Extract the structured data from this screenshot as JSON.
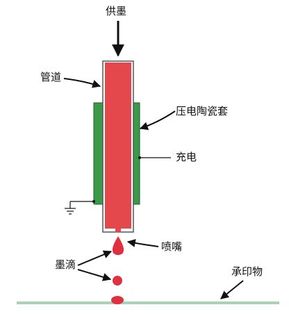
{
  "labels": {
    "ink_supply": "供墨",
    "pipe": "管道",
    "piezo_sleeve": "压电陶瓷套",
    "charge": "充电",
    "nozzle": "喷嘴",
    "ink_drop": "墨滴",
    "substrate": "承印物"
  },
  "colors": {
    "pipe_fill": "#e5484c",
    "piezo_fill": "#3a9a4a",
    "substrate": "#a9d3b2",
    "ink": "#e03040",
    "line": "#111111"
  }
}
